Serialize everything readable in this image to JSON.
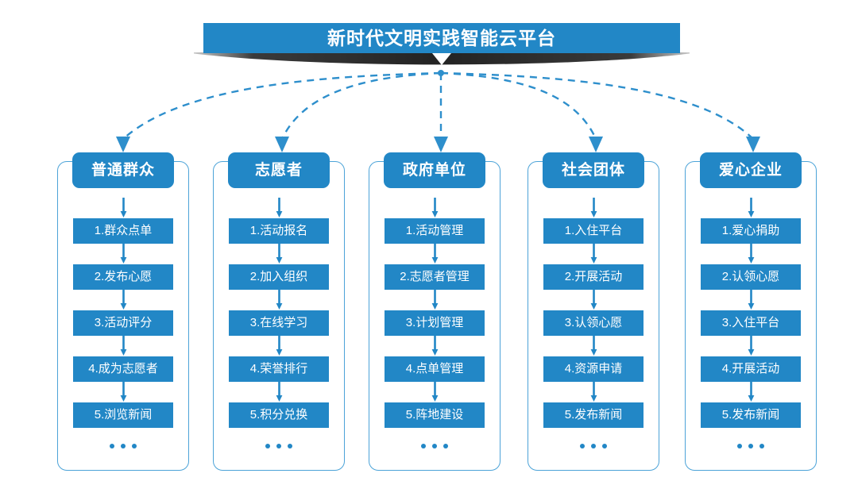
{
  "header": {
    "title": "新时代文明实践智能云平台",
    "banner_color": "#2287c6",
    "ribbon_color": "#2b2b2b"
  },
  "theme": {
    "accent": "#2287c6",
    "border": "#4ca3d8",
    "connector": "#2e8fcc",
    "text_on_accent": "#ffffff",
    "background": "#ffffff"
  },
  "ellipsis_label": "...",
  "columns": [
    {
      "header": "普通群众",
      "steps": [
        "1.群众点单",
        "2.发布心愿",
        "3.活动评分",
        "4.成为志愿者",
        "5.浏览新闻"
      ]
    },
    {
      "header": "志愿者",
      "steps": [
        "1.活动报名",
        "2.加入组织",
        "3.在线学习",
        "4.荣誉排行",
        "5.积分兑换"
      ]
    },
    {
      "header": "政府单位",
      "steps": [
        "1.活动管理",
        "2.志愿者管理",
        "3.计划管理",
        "4.点单管理",
        "5.阵地建设"
      ]
    },
    {
      "header": "社会团体",
      "steps": [
        "1.入住平台",
        "2.开展活动",
        "3.认领心愿",
        "4.资源申请",
        "5.发布新闻"
      ]
    },
    {
      "header": "爱心企业",
      "steps": [
        "1.爱心捐助",
        "2.认领心愿",
        "3.入住平台",
        "4.开展活动",
        "5.发布新闻"
      ]
    }
  ]
}
